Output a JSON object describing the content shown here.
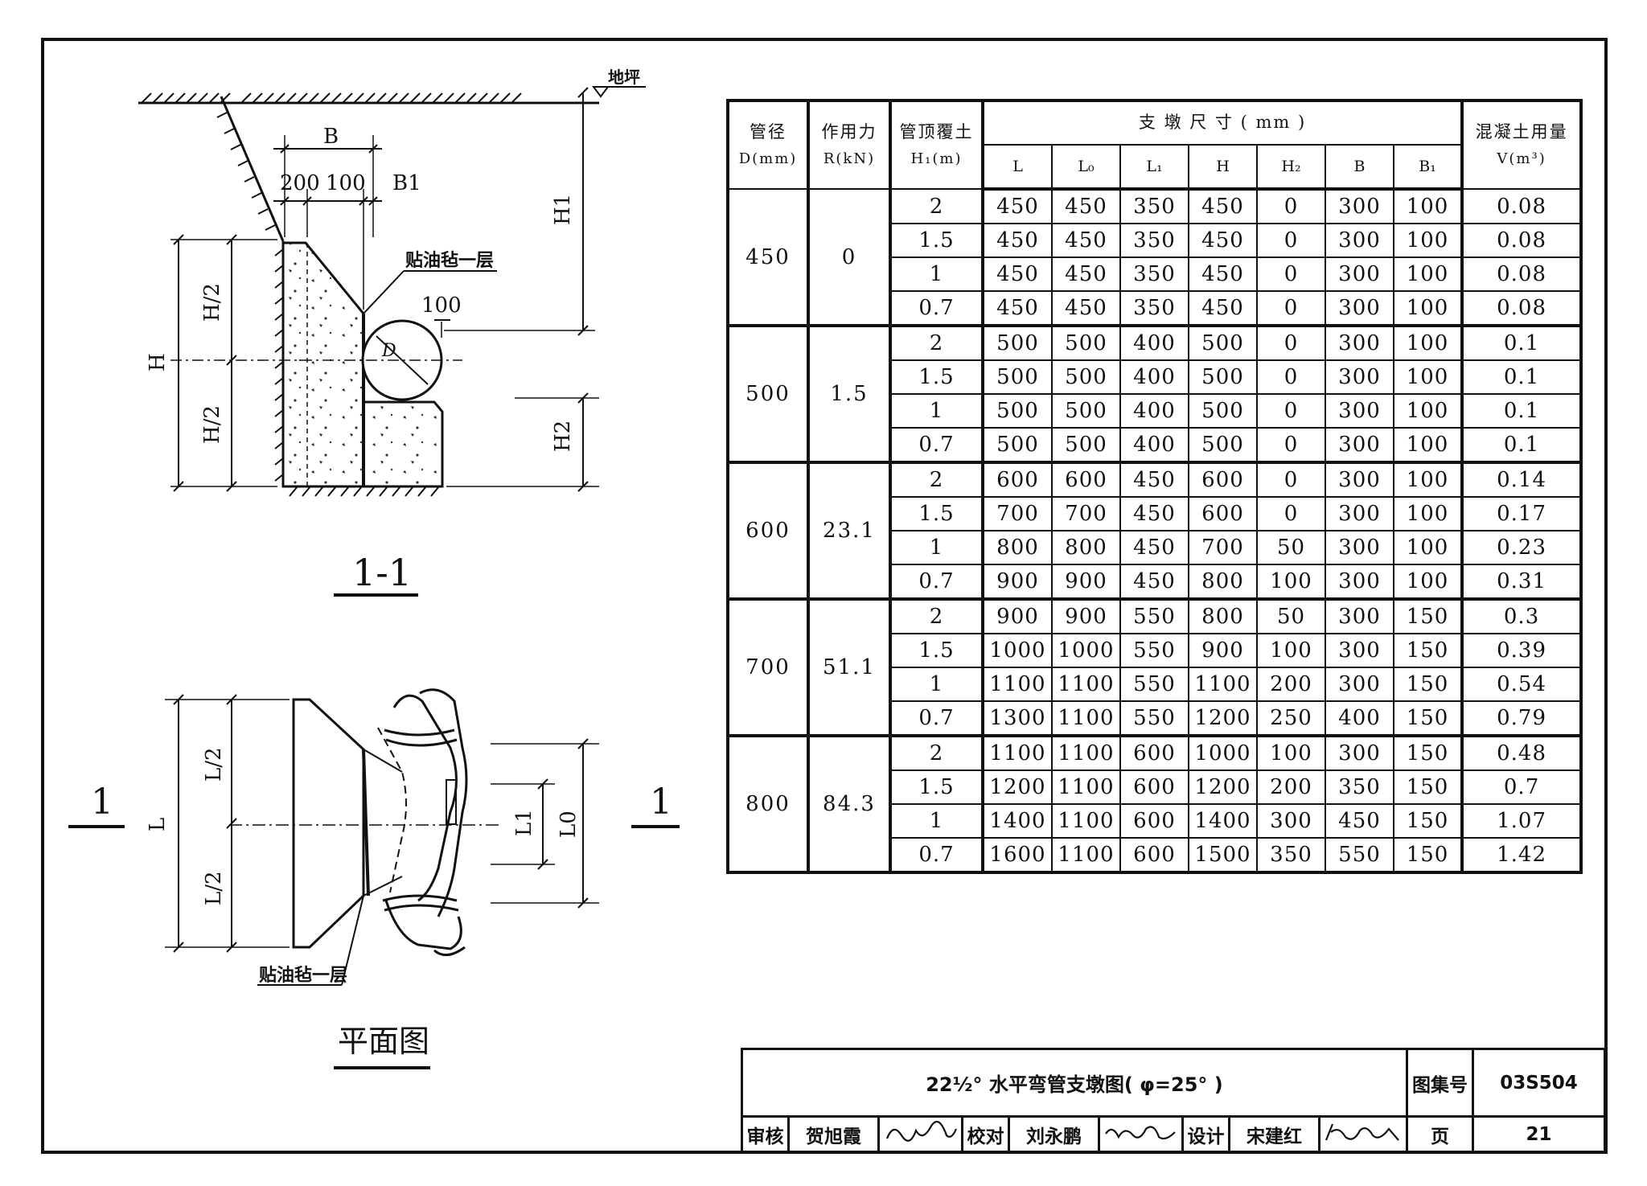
{
  "section": {
    "title": "1-1",
    "ground_label": "地坪",
    "felt_label": "贴油毡一层",
    "dims": {
      "B": "B",
      "d200": "200",
      "d100": "100",
      "B1": "B1",
      "H1": "H1",
      "H": "H",
      "H_half_top": "H/2",
      "H_half_bottom": "H/2",
      "H2": "H2",
      "D": "D",
      "d100_pipe": "100"
    }
  },
  "plan": {
    "title": "平面图",
    "felt_label": "贴油毡一层",
    "cut_left": "1",
    "cut_right": "1",
    "dims": {
      "L": "L",
      "L_half_top": "L/2",
      "L_half_bottom": "L/2",
      "L1": "L1",
      "L0": "L0"
    }
  },
  "table": {
    "headers": {
      "diameter": [
        "管径",
        "D(mm)"
      ],
      "force": [
        "作用力",
        "R(kN)"
      ],
      "cover": [
        "管顶覆土",
        "H₁(m)"
      ],
      "dims_group": "支 墩 尺 寸 ( mm )",
      "dim_cols": [
        "L",
        "L₀",
        "L₁",
        "H",
        "H₂",
        "B",
        "B₁"
      ],
      "volume": [
        "混凝土用量",
        "V(m³)"
      ]
    },
    "groups": [
      {
        "d": "450",
        "r": "0",
        "rows": [
          [
            "2",
            "450",
            "450",
            "350",
            "450",
            "0",
            "300",
            "100",
            "0.08"
          ],
          [
            "1.5",
            "450",
            "450",
            "350",
            "450",
            "0",
            "300",
            "100",
            "0.08"
          ],
          [
            "1",
            "450",
            "450",
            "350",
            "450",
            "0",
            "300",
            "100",
            "0.08"
          ],
          [
            "0.7",
            "450",
            "450",
            "350",
            "450",
            "0",
            "300",
            "100",
            "0.08"
          ]
        ]
      },
      {
        "d": "500",
        "r": "1.5",
        "rows": [
          [
            "2",
            "500",
            "500",
            "400",
            "500",
            "0",
            "300",
            "100",
            "0.1"
          ],
          [
            "1.5",
            "500",
            "500",
            "400",
            "500",
            "0",
            "300",
            "100",
            "0.1"
          ],
          [
            "1",
            "500",
            "500",
            "400",
            "500",
            "0",
            "300",
            "100",
            "0.1"
          ],
          [
            "0.7",
            "500",
            "500",
            "400",
            "500",
            "0",
            "300",
            "100",
            "0.1"
          ]
        ]
      },
      {
        "d": "600",
        "r": "23.1",
        "rows": [
          [
            "2",
            "600",
            "600",
            "450",
            "600",
            "0",
            "300",
            "100",
            "0.14"
          ],
          [
            "1.5",
            "700",
            "700",
            "450",
            "600",
            "0",
            "300",
            "100",
            "0.17"
          ],
          [
            "1",
            "800",
            "800",
            "450",
            "700",
            "50",
            "300",
            "100",
            "0.23"
          ],
          [
            "0.7",
            "900",
            "900",
            "450",
            "800",
            "100",
            "300",
            "100",
            "0.31"
          ]
        ]
      },
      {
        "d": "700",
        "r": "51.1",
        "rows": [
          [
            "2",
            "900",
            "900",
            "550",
            "800",
            "50",
            "300",
            "150",
            "0.3"
          ],
          [
            "1.5",
            "1000",
            "1000",
            "550",
            "900",
            "100",
            "300",
            "150",
            "0.39"
          ],
          [
            "1",
            "1100",
            "1100",
            "550",
            "1100",
            "200",
            "300",
            "150",
            "0.54"
          ],
          [
            "0.7",
            "1300",
            "1100",
            "550",
            "1200",
            "250",
            "400",
            "150",
            "0.79"
          ]
        ]
      },
      {
        "d": "800",
        "r": "84.3",
        "rows": [
          [
            "2",
            "1100",
            "1100",
            "600",
            "1000",
            "100",
            "300",
            "150",
            "0.48"
          ],
          [
            "1.5",
            "1200",
            "1100",
            "600",
            "1200",
            "200",
            "350",
            "150",
            "0.7"
          ],
          [
            "1",
            "1400",
            "1100",
            "600",
            "1400",
            "300",
            "450",
            "150",
            "1.07"
          ],
          [
            "0.7",
            "1600",
            "1100",
            "600",
            "1500",
            "350",
            "550",
            "150",
            "1.42"
          ]
        ]
      }
    ]
  },
  "title_block": {
    "title": "22½° 水平弯管支墩图( φ=25° )",
    "atlas_label": "图集号",
    "atlas_no": "03S504",
    "review_label": "审核",
    "reviewer": "贺旭霞",
    "check_label": "校对",
    "checker": "刘永鹏",
    "design_label": "设计",
    "designer": "宋建红",
    "page_label": "页",
    "page_no": "21"
  }
}
